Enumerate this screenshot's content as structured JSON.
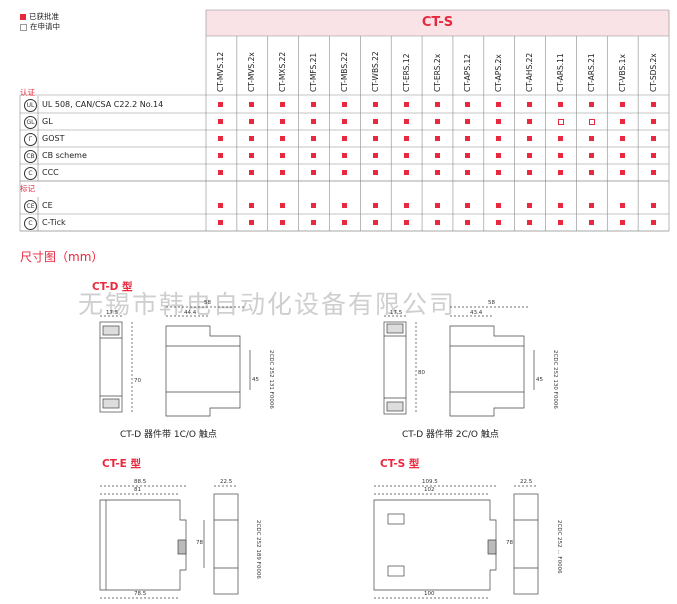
{
  "legend": {
    "approved": "已获批准",
    "pending": "在申请中"
  },
  "series_title": "CT-S",
  "columns": [
    "CT-MVS.12",
    "CT-MVS.2x",
    "CT-MXS.22",
    "CT-MFS.21",
    "CT-MBS.22",
    "CT-WBS.22",
    "CT-ERS.12",
    "CT-ERS.2x",
    "CT-APS.12",
    "CT-APS.2x",
    "CT-AHS.22",
    "CT-ARS.11",
    "CT-ARS.21",
    "CT-VBS.1x",
    "CT-SDS.2x"
  ],
  "sections": {
    "certification": "认证",
    "marks": "标记"
  },
  "rows": [
    {
      "icon": "ul-icon",
      "label": "UL 508, CAN/CSA C22.2 No.14",
      "marks": "FFFFFFFFFFFFFFF"
    },
    {
      "icon": "gl-icon",
      "label": "GL",
      "marks": "FFFFFFFFFFFOOFF"
    },
    {
      "icon": "gost-icon",
      "label": "GOST",
      "marks": "FFFFFFFFFFFFFFF"
    },
    {
      "icon": "cb-icon",
      "label": "CB scheme",
      "marks": "FFFFFFFFFFFFFFF"
    },
    {
      "icon": "ccc-icon",
      "label": "CCC",
      "marks": "FFFFFFFFFFFFFFF"
    },
    {
      "icon": "ce-icon",
      "label": "CE",
      "marks": "FFFFFFFFFFFFFFF"
    },
    {
      "icon": "ctick-icon",
      "label": "C-Tick",
      "marks": "FFFFFFFFFFFFFFF"
    }
  ],
  "icons": {
    "gl": "GL",
    "cb": "CB",
    "ce": "CE"
  },
  "dimension_title": "尺寸图（mm）",
  "watermark": "无锡市韩电自动化设备有限公司",
  "drawings": [
    {
      "type": "CT-D 型",
      "caption": "CT-D 器件带 1C/O 触点",
      "dims": [
        "17.5",
        "44.4",
        "58",
        "70",
        "45"
      ],
      "code": "2CDC 252 131 F0006"
    },
    {
      "caption": "CT-D 器件带 2C/O 触点",
      "dims": [
        "17.5",
        "43.4",
        "58",
        "80",
        "45"
      ],
      "code": "2CDC 252 130 F0006"
    },
    {
      "type": "CT-E 型",
      "dims": [
        "88.5",
        "81",
        "22.5",
        "78",
        "78.5"
      ],
      "code": "2CDC 252 189 F0006"
    },
    {
      "type": "CT-S 型",
      "dims": [
        "109.5",
        "102",
        "22.5",
        "78",
        "100"
      ],
      "code": "2CDC 252 ... F0006"
    }
  ],
  "colors": {
    "accent": "#e8283d",
    "header_bg": "#f9e3e6"
  }
}
